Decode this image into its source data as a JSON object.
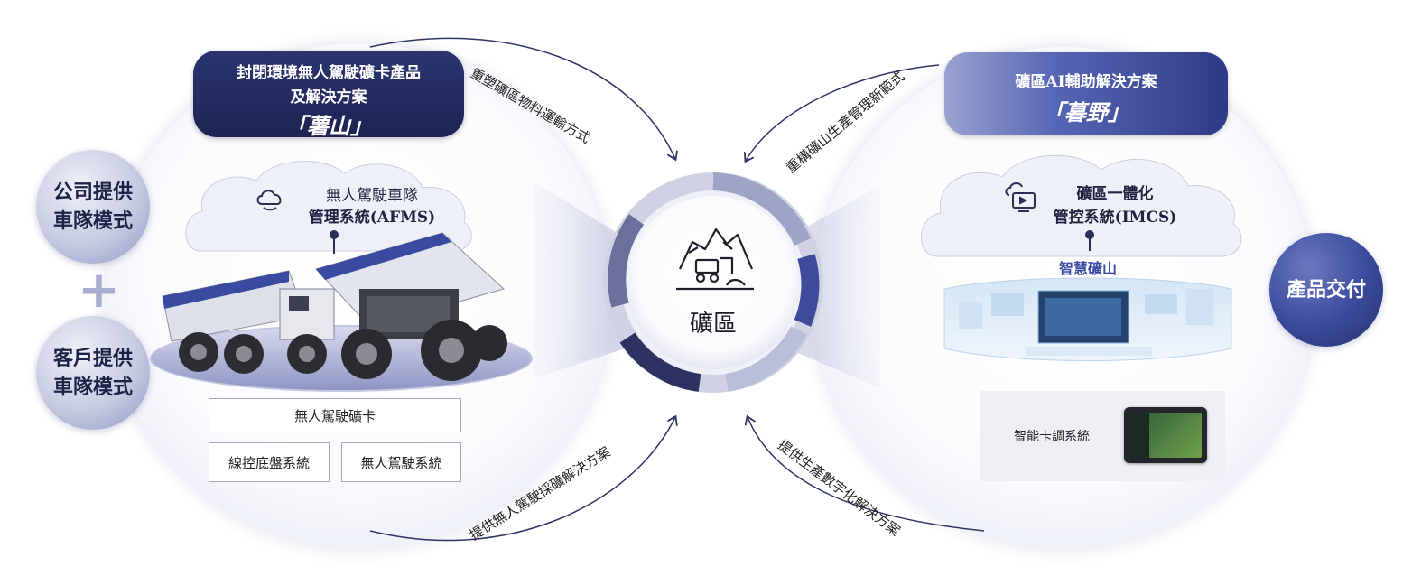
{
  "left_panel": {
    "banner": {
      "line1": "封閉環境無人駕駛礦卡產品",
      "line2": "及解決方案",
      "brand": "「薯山」"
    },
    "cloud_title_1": "無人駕駛車隊",
    "cloud_title_2": "管理系統(AFMS)",
    "boxes": {
      "top": "無人駕駛礦卡",
      "bottom_left": "線控底盤系統",
      "bottom_right": "無人駕駛系統"
    }
  },
  "right_panel": {
    "banner": {
      "line1": "礦區AI輔助解決方案",
      "brand": "「暮野」"
    },
    "cloud_title_1": "礦區一體化",
    "cloud_title_2": "管控系統(IMCS)",
    "smart_mine": "智慧礦山",
    "dispatch_label": "智能卡調系統"
  },
  "center": {
    "label": "礦區"
  },
  "side_circles": {
    "company": "公司提供\n車隊模式",
    "plus": "+",
    "customer": "客戶提供\n車隊模式",
    "delivery": "產品交付"
  },
  "arrows": {
    "top_left": "重塑礦區物料運輸方式",
    "top_right": "重構礦山生產管理新範式",
    "bottom_left": "提供無人駕駛採礦解決方案",
    "bottom_right": "提供生產數字化解決方案"
  },
  "colors": {
    "navy": "#232a5e",
    "blue": "#3c4ba0",
    "ring_dark": "#3a3f6e",
    "ring_light": "#d4d7e6"
  }
}
